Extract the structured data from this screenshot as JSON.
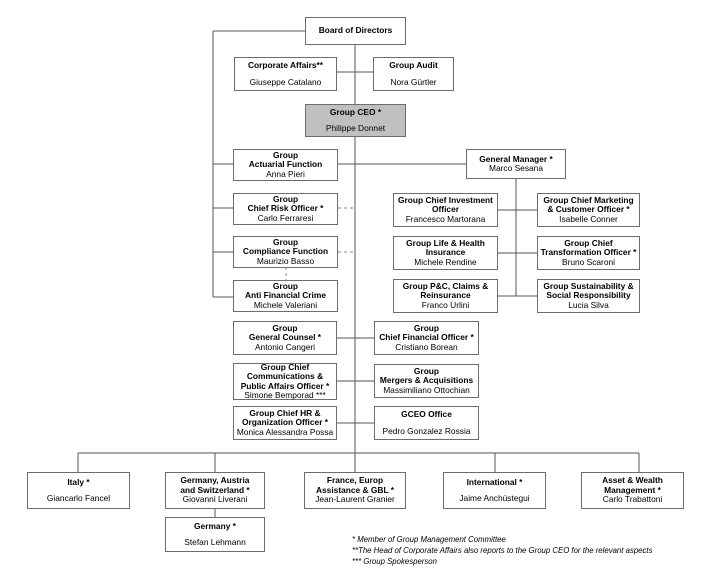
{
  "nodes": {
    "board": {
      "title": "Board of Directors",
      "name": ""
    },
    "corporate_affairs": {
      "title": "Corporate Affairs**",
      "name": "Giuseppe Catalano"
    },
    "group_audit": {
      "title": "Group Audit",
      "name": "Nora Gürtler"
    },
    "ceo": {
      "title": "Group CEO *",
      "name": "Philippe Donnet"
    },
    "actuarial": {
      "title": "Group\nActuarial Function",
      "name": "Anna Pieri"
    },
    "chief_risk": {
      "title": "Group\nChief Risk Officer *",
      "name": "Carlo Ferraresi"
    },
    "compliance": {
      "title": "Group\nCompliance Function",
      "name": "Maurizio Basso"
    },
    "anti_financial_crime": {
      "title": "Group\nAnti Financial Crime",
      "name": "Michele Valeriani"
    },
    "general_manager": {
      "title": "General Manager *",
      "name": "Marco Sesana"
    },
    "chief_investment": {
      "title": "Group Chief Investment\nOfficer",
      "name": "Francesco Martorana"
    },
    "chief_marketing": {
      "title": "Group Chief Marketing\n& Customer Officer *",
      "name": "Isabelle Conner"
    },
    "life_health": {
      "title": "Group Life & Health\nInsurance",
      "name": "Michele Rendine"
    },
    "transformation": {
      "title": "Group Chief\nTransformation Officer *",
      "name": "Bruno Scaroni"
    },
    "pc_claims": {
      "title": "Group P&C, Claims &\nReinsurance",
      "name": "Franco Urlini"
    },
    "sustainability": {
      "title": "Group Sustainability &\nSocial Responsibility",
      "name": "Lucia Silva"
    },
    "general_counsel": {
      "title": "Group\nGeneral Counsel *",
      "name": "Antonio Cangeri"
    },
    "cfo": {
      "title": "Group\nChief Financial Officer *",
      "name": "Cristiano Borean"
    },
    "communications": {
      "title": "Group Chief\nCommunications &\nPublic Affairs Officer *",
      "name": "Simone Bemporad ***"
    },
    "mergers": {
      "title": "Group\nMergers & Acquisitions",
      "name": "Massimiliano Ottochian"
    },
    "hr": {
      "title": "Group Chief HR &\nOrganization Officer *",
      "name": "Monica Alessandra Possa"
    },
    "gceo_office": {
      "title": "GCEO Office",
      "name": "Pedro Gonzalez Rossia"
    },
    "italy": {
      "title": "Italy *",
      "name": "Giancarlo Fancel"
    },
    "germany_austria": {
      "title": "Germany, Austria\nand Switzerland *",
      "name": "Giovanni Liverani"
    },
    "germany": {
      "title": "Germany *",
      "name": "Stefan Lehmann"
    },
    "france": {
      "title": "France, Europ\nAssistance & GBL *",
      "name": "Jean-Laurent Granier"
    },
    "international": {
      "title": "International *",
      "name": "Jaime Anchústegui"
    },
    "asset_wealth": {
      "title": "Asset & Wealth\nManagement *",
      "name": "Carlo Trabattoni"
    }
  },
  "notes": [
    "* Member of Group Management Committee",
    "**The Head of Corporate Affairs also reports to the Group CEO for the relevant aspects",
    "*** Group Spokesperson"
  ]
}
